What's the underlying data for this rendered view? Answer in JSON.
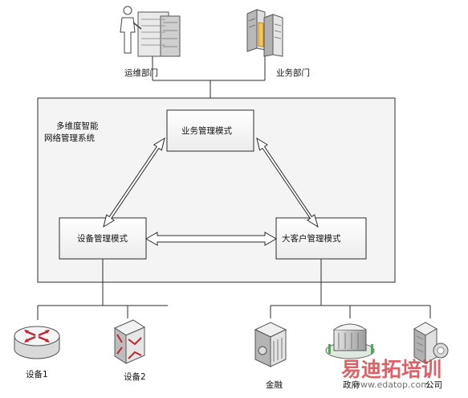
{
  "top_labels": {
    "ops_dept": "运维部门",
    "biz_dept": "业务部门"
  },
  "system": {
    "title_line1": "多维度智能",
    "title_line2": "网络管理系统"
  },
  "modules": {
    "business": "业务管理模式",
    "device": "设备管理模式",
    "key_account": "大客户管理模式"
  },
  "devices": {
    "device1": "设备1",
    "device2": "设备2"
  },
  "customers": {
    "finance": "金融",
    "government": "政府",
    "company": "公司"
  },
  "watermark": {
    "brand": "易迪拓培训",
    "url": "www.edatop.com"
  },
  "colors": {
    "line": "#2b2b2b",
    "panel_fill": "#f4f4f4",
    "box_fill": "#f7f7f7",
    "router_red": "#c0282e",
    "watermark_red": "#d8474d"
  }
}
